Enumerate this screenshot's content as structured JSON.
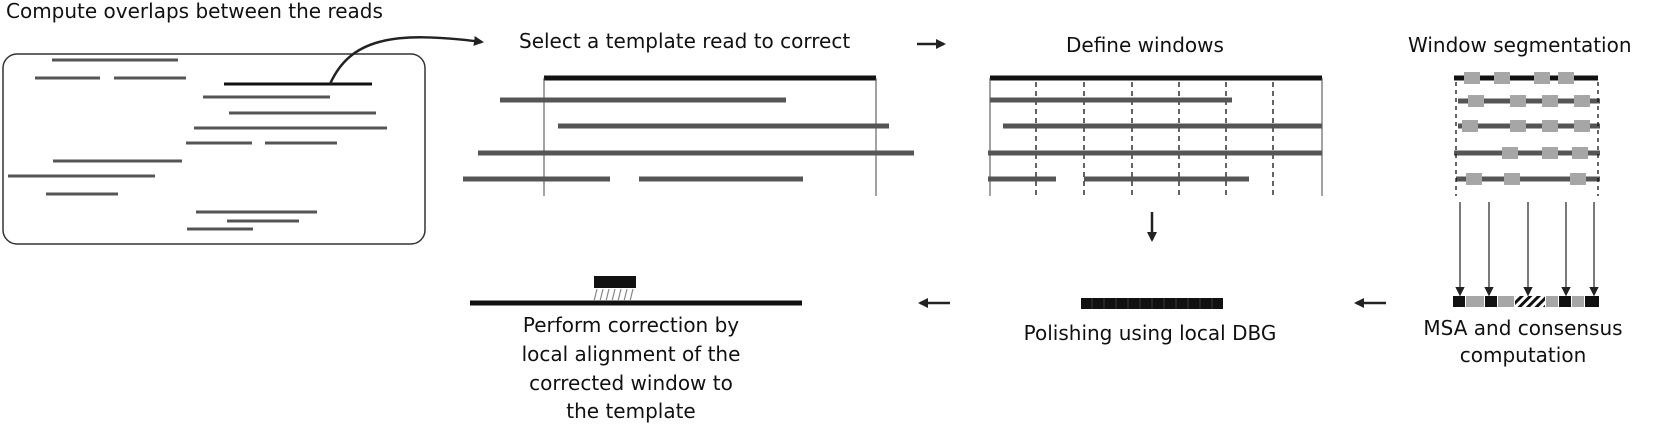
{
  "colors": {
    "read": "#555555",
    "template": "#111111",
    "segment": "#a6a6a6",
    "background": "#ffffff"
  },
  "steps": {
    "overlaps": {
      "label": "Compute overlaps between the reads"
    },
    "template": {
      "label": "Select a template read to correct"
    },
    "windows": {
      "label": "Define windows"
    },
    "segmentation": {
      "label": "Window segmentation"
    },
    "msa": {
      "label_lines": [
        "MSA and consensus",
        "computation"
      ]
    },
    "polishing": {
      "label": "Polishing using local DBG"
    },
    "correction": {
      "label_lines": [
        "Perform correction by",
        "local alignment of the",
        "corrected window to",
        "the template"
      ]
    }
  }
}
